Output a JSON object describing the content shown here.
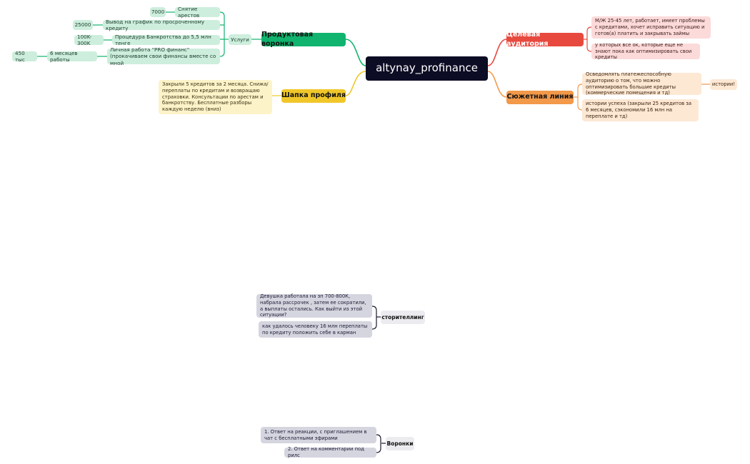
{
  "root": "altynay_profinance",
  "funnel": {
    "title": "Продуктовая воронка",
    "services": "Услуги",
    "items": [
      {
        "label": "Снятие арестов",
        "price": "7000"
      },
      {
        "label": "Вывод на график по просроченному кредиту",
        "price": "25000"
      },
      {
        "label": "Процедура Банкротства до 5,5 млн тенге",
        "price": "100K-300K"
      },
      {
        "label": "Личная работа \"PRO финанс\" (прокачиваем свои финансы вместе со мной",
        "duration": "6 месяцев работы",
        "price": "450 тыс"
      }
    ]
  },
  "audience": {
    "title": "Целевая аудитория",
    "items": [
      "М/Ж 25-45 лет, работает, имеет проблемы с кредитами, хочет исправить ситуацию и готов(а) платить и закрывать займы",
      "у которых все ок, которые еще не знают пока как оптимизировать свои кредиты"
    ]
  },
  "header": {
    "title": "Шапка профиля",
    "text": "Закрыли 5 кредитов за 2 месяца. Снижа/переплаты по кредитам и возвращаю страховки. Консультации по арестам и банкротству. Бесплатные разборы каждую неделю (вниз)"
  },
  "storyline": {
    "title": "Сюжетная линия",
    "items": [
      "Осведомлять платежеспособную аудиторию о том, что можно оптимизировать большие кредиты (коммерческие помещения и тд)",
      "истории успеха (закрыли 25 кредитов за 6 месяцев, сэкономили 16 млн на переплате и тд)"
    ],
    "extra": "истории!"
  },
  "storytelling": {
    "title": "сторителлинг",
    "items": [
      "Девушка работала на зп 700-800К, набрала рассрочек , затем ее сократили, а выплаты остались. Как выйти из этой ситуации?",
      "как удалось человеку 16 млн переплаты по кредиту положить себе в карман"
    ]
  },
  "funnels": {
    "title": "Воронки",
    "items": [
      "1. Ответ на реакции, с приглашением в чат с бесплатными эфирами",
      "2. Ответ на комментарии под рилс"
    ]
  },
  "colors": {
    "green": "#10b46e",
    "red": "#e8493f",
    "yellow": "#f0c72a",
    "orange": "#f2994a",
    "navy": "#0c0c24",
    "gray": "#d5d5df"
  }
}
